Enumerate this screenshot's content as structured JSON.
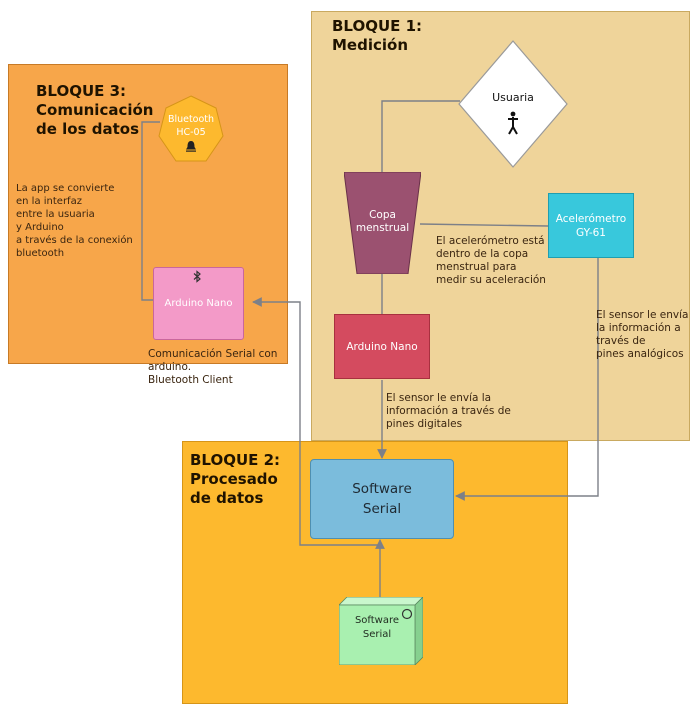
{
  "colors": {
    "block1_bg": "#efd49a",
    "block2_bg": "#fdb92e",
    "block3_bg": "#f7a64a",
    "connector": "#7d8088",
    "bluetooth_node": "#fdb92e",
    "arduino_pink": "#f39ac8",
    "cup_purple": "#9b5170",
    "accelerometer_cyan": "#38c8dc",
    "arduino_red": "#d44b5f",
    "software_serial_blue": "#7bbcdc",
    "software_serial_green": "#a9f0b0"
  },
  "blocks": {
    "block1": {
      "title": "BLOQUE 1:\nMedición"
    },
    "block2": {
      "title": "BLOQUE 2:\nProcesado\nde datos"
    },
    "block3": {
      "title": "BLOQUE 3:\nComunicación\nde los datos"
    }
  },
  "nodes": {
    "usuaria": {
      "label": "Usuaria",
      "icon": "person-icon"
    },
    "copa": {
      "label": "Copa\nmenstrual"
    },
    "acelerometro": {
      "label": "Acelerómetro\nGY-61"
    },
    "arduino_nano_b1": {
      "label": "Arduino Nano"
    },
    "bluetooth": {
      "label": "Bluetooth\nHC-05",
      "icon": "bell-icon"
    },
    "arduino_nano_b3": {
      "label": "Arduino Nano",
      "icon": "bluetooth-icon"
    },
    "software_serial_main": {
      "label": "Software\nSerial"
    },
    "software_serial_small": {
      "label": "Software\nSerial",
      "icon": "circle-icon"
    }
  },
  "notes": {
    "acelerometro_dentro": "El acelerómetro está\ndentro de la copa\nmenstrual para\nmedir su aceleración",
    "sensor_analogicos": "El sensor le envía\nla información a\ntravés de\npines analógicos",
    "sensor_digitales": "El sensor le envía la\ninformación a través de\npines digitales",
    "app_interfaz": "La app se convierte\nen la interfaz\n entre la usuaria\n y Arduino\na través de la conexión\nbluetooth",
    "comunicacion_serial": "Comunicación Serial con\narduino.\nBluetooth Client"
  }
}
